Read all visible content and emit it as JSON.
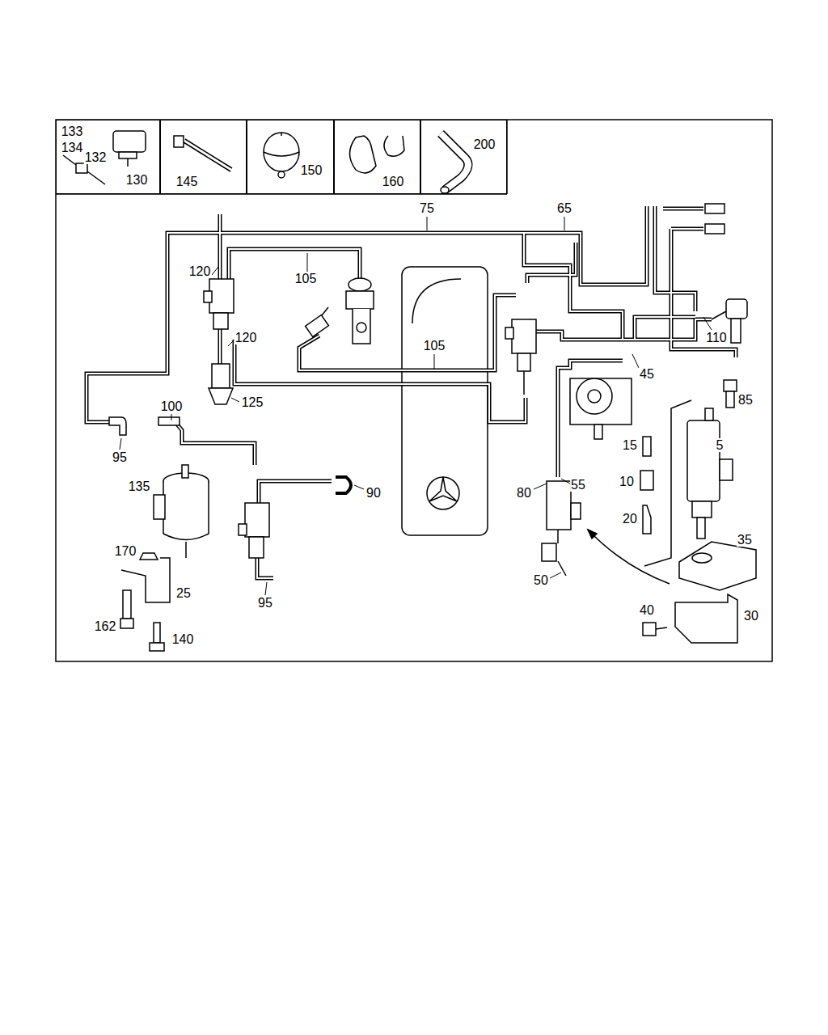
{
  "diagram": {
    "nodes": [
      {
        "text": [
          "133",
          "134",
          "132",
          "130"
        ]
      },
      {
        "text": [
          "145"
        ]
      },
      {
        "text": [
          "150"
        ]
      },
      {
        "text": [
          "160"
        ]
      },
      {
        "text": [
          "200"
        ]
      }
    ],
    "labels": [
      "75",
      "65",
      "120",
      "105",
      "120",
      "105",
      "110",
      "45",
      "85",
      "125",
      "15",
      "5",
      "95",
      "100",
      "10",
      "135",
      "90",
      "80",
      "55",
      "20",
      "35",
      "170",
      "25",
      "50",
      "95",
      "40",
      "30",
      "162",
      "140"
    ]
  }
}
